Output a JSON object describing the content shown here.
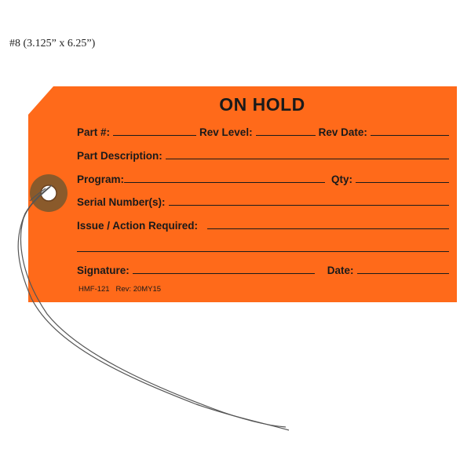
{
  "caption": "#8 (3.125” x 6.25”)",
  "tag": {
    "title": "ON HOLD",
    "color": "#ff6a1a",
    "grommet_color": "#8a5a2b",
    "fields": {
      "part": "Part #:",
      "rev_level": "Rev Level:",
      "rev_date": "Rev Date:",
      "part_description": "Part Description:",
      "program": "Program:",
      "qty": "Qty:",
      "serial_numbers": "Serial Number(s):",
      "issue_action": "Issue / Action Required:",
      "signature": "Signature:",
      "date": "Date:"
    },
    "form_code": "HMF-121",
    "revision": "Rev: 20MY15"
  },
  "icons": {
    "grommet": "eyelet-grommet-icon",
    "wire": "tie-wire"
  }
}
